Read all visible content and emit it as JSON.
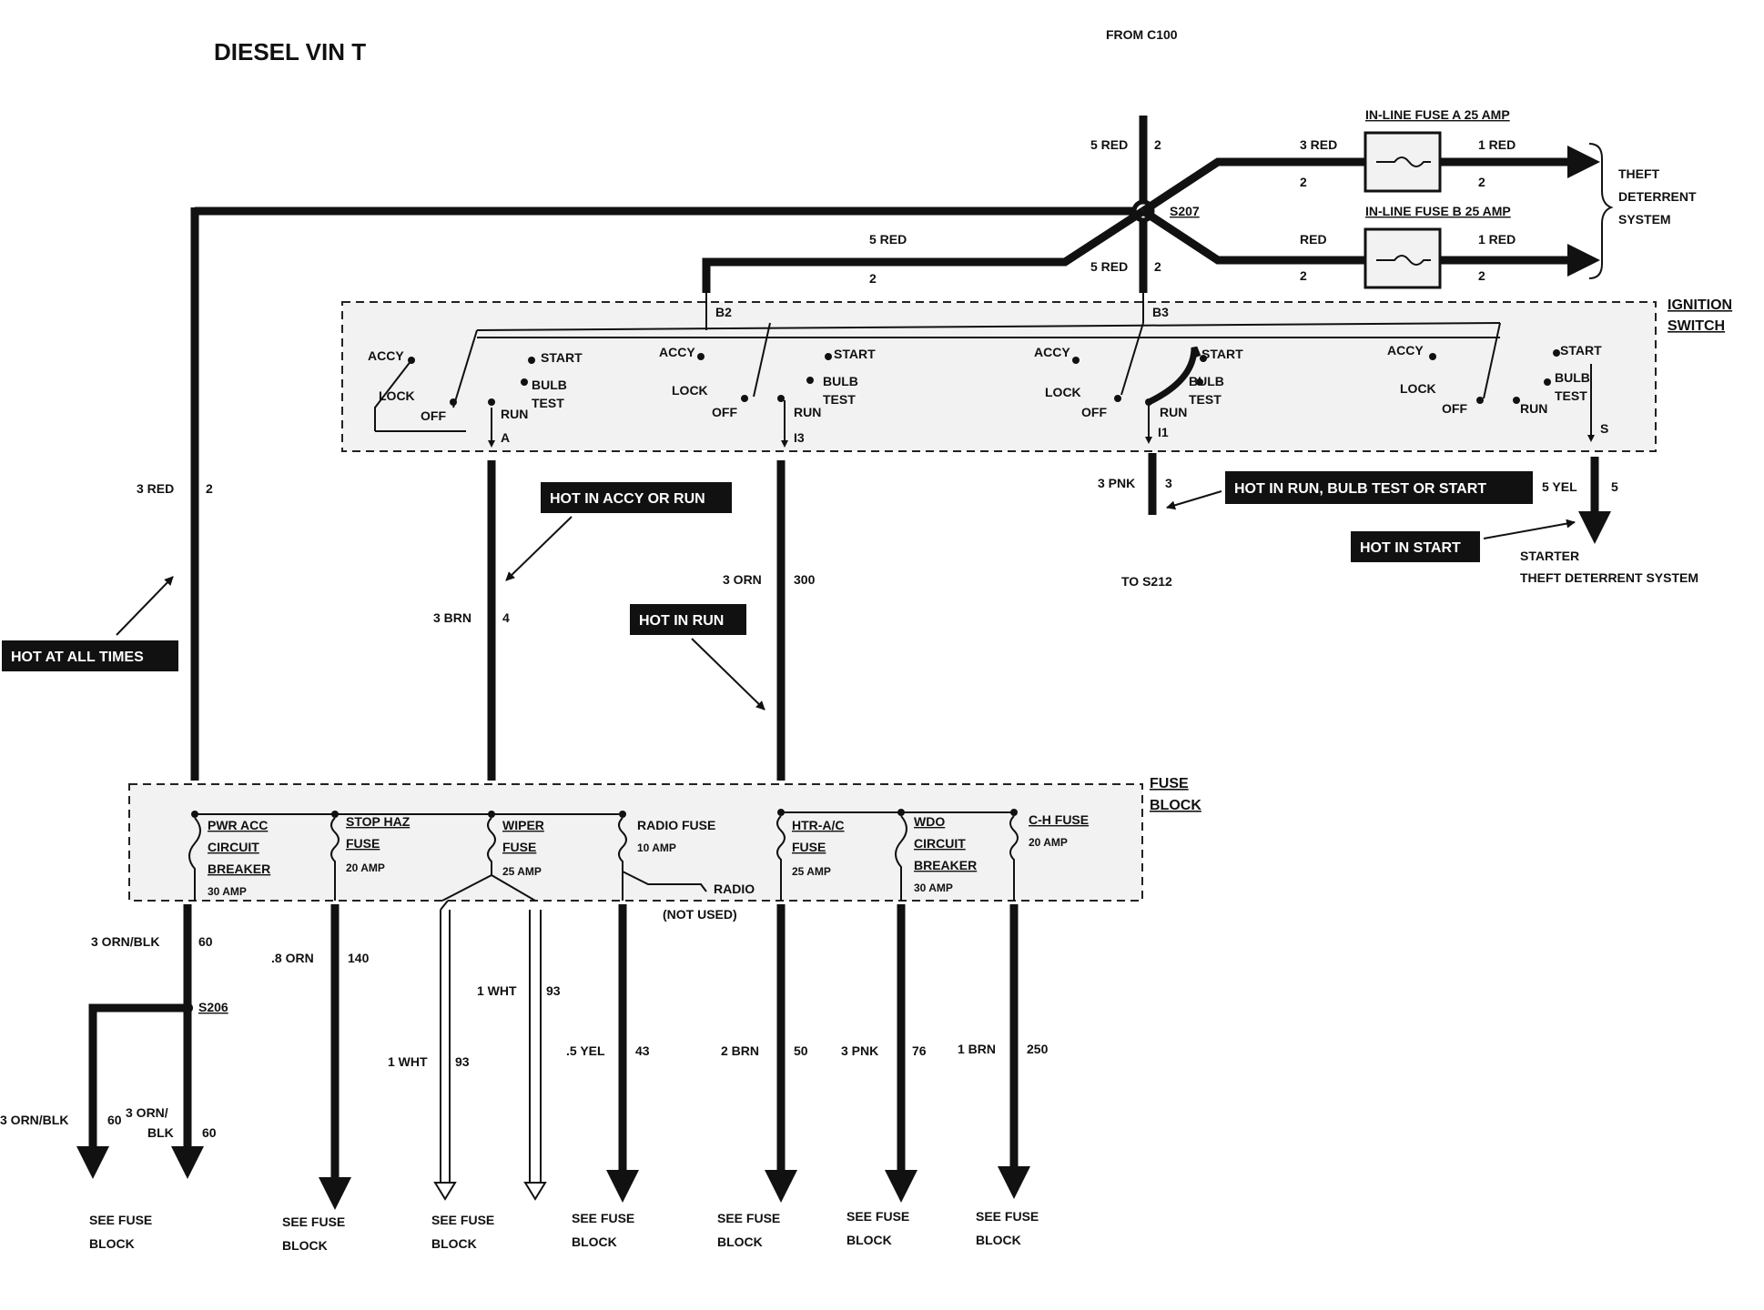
{
  "title": "DIESEL VIN T",
  "from_connector": "FROM C100",
  "labels": {
    "red5_2_top": "5 RED",
    "red5_2_top_num": "2",
    "red5_2_mid": "5 RED",
    "red5_2_mid_num": "2",
    "red5_branch": "5 RED",
    "red5_branch_num": "2",
    "red3_fuseA": "3 RED",
    "red3_fuseA_num": "2",
    "red1_fuseA": "1 RED",
    "red1_fuseA_num": "2",
    "red_fuseB": "RED",
    "red_fuseB_num": "2",
    "red1_fuseB": "1 RED",
    "red1_fuseB_num": "2",
    "inline_fuse_a": "IN-LINE FUSE A 25 AMP",
    "inline_fuse_b": "IN-LINE FUSE B 25 AMP",
    "theft_line1": "THEFT",
    "theft_line2": "DETERRENT",
    "theft_line3": "SYSTEM",
    "splice_s207": "S207",
    "splice_s206": "S206",
    "ignition_switch_1": "IGNITION",
    "ignition_switch_2": "SWITCH",
    "term_b2": "B2",
    "term_b3": "B3",
    "term_a": "A",
    "term_i3": "I3",
    "term_i1": "I1",
    "term_s": "S",
    "red3_left": "3 RED",
    "red3_left_num": "2",
    "brn3": "3 BRN",
    "brn3_num": "4",
    "orn3": "3 ORN",
    "orn3_num": "300",
    "pnk3": "3 PNK",
    "pnk3_num": "3",
    "yel5": "5 YEL",
    "yel5_num": "5",
    "to_s212": "TO S212",
    "starter_1": "STARTER",
    "starter_2": "THEFT DETERRENT SYSTEM",
    "fuse_block_1": "FUSE",
    "fuse_block_2": "BLOCK",
    "radio": "RADIO",
    "not_used": "(NOT USED)"
  },
  "switch_sections": [
    {
      "accy": "ACCY",
      "lock": "LOCK",
      "off": "OFF",
      "run": "RUN",
      "start": "START",
      "bulb": "BULB",
      "test": "TEST"
    },
    {
      "accy": "ACCY",
      "lock": "LOCK",
      "off": "OFF",
      "run": "RUN",
      "start": "START",
      "bulb": "BULB",
      "test": "TEST"
    },
    {
      "accy": "ACCY",
      "lock": "LOCK",
      "off": "OFF",
      "run": "RUN",
      "start": "START",
      "bulb": "BULB",
      "test": "TEST"
    },
    {
      "accy": "ACCY",
      "lock": "LOCK",
      "off": "OFF",
      "run": "RUN",
      "start": "START",
      "bulb": "BULB",
      "test": "TEST"
    }
  ],
  "badges": {
    "hot_all_times": "HOT AT ALL TIMES",
    "hot_accy_run": "HOT IN ACCY OR RUN",
    "hot_run": "HOT IN RUN",
    "hot_run_bulb_start": "HOT IN RUN,   BULB TEST OR START",
    "hot_start": "HOT IN START"
  },
  "fuses": [
    {
      "l1": "PWR ACC",
      "l2": "CIRCUIT",
      "l3": "BREAKER",
      "rating": "30 AMP"
    },
    {
      "l1": "STOP HAZ",
      "l2": "FUSE",
      "l3": "",
      "rating": "20 AMP"
    },
    {
      "l1": "WIPER",
      "l2": "FUSE",
      "l3": "",
      "rating": "25 AMP"
    },
    {
      "l1": "RADIO FUSE",
      "l2": "",
      "l3": "",
      "rating": "10 AMP"
    },
    {
      "l1": "HTR-A/C",
      "l2": "FUSE",
      "l3": "",
      "rating": "25 AMP"
    },
    {
      "l1": "WDO",
      "l2": "CIRCUIT",
      "l3": "BREAKER",
      "rating": "30 AMP"
    },
    {
      "l1": "C-H FUSE",
      "l2": "",
      "l3": "",
      "rating": "20 AMP"
    }
  ],
  "outputs": [
    {
      "wire": "3 ORN/BLK",
      "circuit": "60"
    },
    {
      "wire": "3 ORN/BLK",
      "circuit": "60"
    },
    {
      "wire": "3 ORN/",
      "wire2": "BLK",
      "circuit": "60"
    },
    {
      "wire": ".8 ORN",
      "circuit": "140"
    },
    {
      "wire": "1 WHT",
      "circuit": "93"
    },
    {
      "wire": "1 WHT",
      "circuit": "93"
    },
    {
      "wire": ".5 YEL",
      "circuit": "43"
    },
    {
      "wire": "2 BRN",
      "circuit": "50"
    },
    {
      "wire": "3 PNK",
      "circuit": "76"
    },
    {
      "wire": "1 BRN",
      "circuit": "250"
    }
  ],
  "see_fuse_block": [
    {
      "l1": "SEE FUSE",
      "l2": "BLOCK"
    },
    {
      "l1": "SEE FUSE",
      "l2": "BLOCK"
    },
    {
      "l1": "SEE FUSE",
      "l2": "BLOCK"
    },
    {
      "l1": "SEE FUSE",
      "l2": "BLOCK"
    },
    {
      "l1": "SEE FUSE",
      "l2": "BLOCK"
    },
    {
      "l1": "SEE FUSE",
      "l2": "BLOCK"
    },
    {
      "l1": "SEE FUSE",
      "l2": "BLOCK"
    }
  ]
}
